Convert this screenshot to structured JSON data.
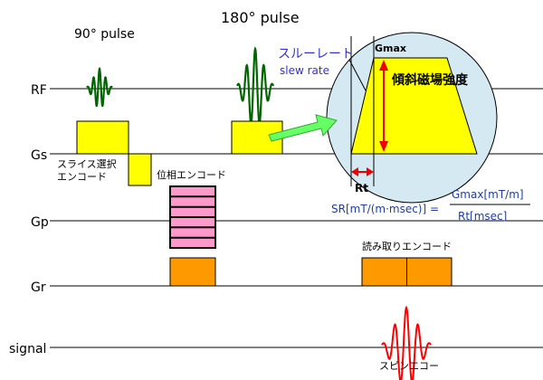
{
  "rows": {
    "rf": "RF",
    "gs": "Gs",
    "gp": "Gp",
    "gr": "Gr",
    "signal": "signal"
  },
  "pulses": {
    "p90": "90° pulse",
    "p180": "180° pulse"
  },
  "blocks": {
    "slice_line1": "スライス選択",
    "slice_line2": "エンコード",
    "phase": "位相エンコード",
    "readout": "読み取りエンコード",
    "echo": "スピンエコー"
  },
  "inset": {
    "gmax": "Gmax",
    "slew_jp": "スルーレート",
    "slew_en": "slew rate",
    "strength": "傾斜磁場強度",
    "rt": "Rt"
  },
  "formula": {
    "lhs": "SR[mT/(m·msec)] =",
    "numerator": "Gmax[mT/m]",
    "denominator": "Rt[msec]"
  },
  "colors": {
    "yellow": "#FFFF00",
    "pink": "#FF99CC",
    "orange": "#FF9900",
    "rf_wave": "#006600",
    "echo_wave": "#FF0000",
    "circle_fill": "#D4E9F2",
    "arrow_green": "#66FF66",
    "slew_text": "#3333CC",
    "formula_text": "#1F3FA0"
  }
}
